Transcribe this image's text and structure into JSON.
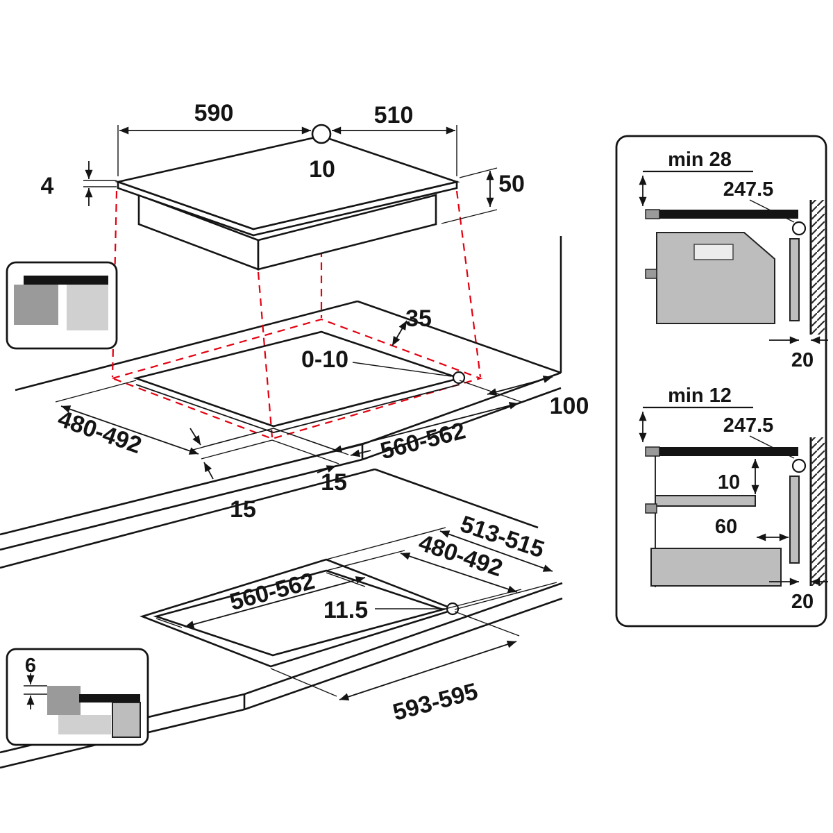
{
  "diagram": {
    "colors": {
      "projection": "#e3000f",
      "ink": "#141414",
      "cabinet_gray": "#bdbdbd",
      "trim_gray": "#9a9a9a"
    },
    "hob": {
      "width": "590",
      "depth": "510",
      "hole_offset": "10",
      "glass_thickness": "4",
      "body_height": "50"
    },
    "worktop": {
      "back_clearance": "35",
      "edge_play": "0-10",
      "right_clearance": "100",
      "cutout_depth": "480-492",
      "cutout_width": "560-562",
      "overlap_side": "15",
      "overlap_front": "15"
    },
    "flush": {
      "outer_depth": "513-515",
      "inner_depth": "480-492",
      "inner_width": "560-562",
      "corner_radius": "11.5",
      "outer_width": "593-595",
      "rebate": "6"
    },
    "section_top": {
      "clearance": "min 28",
      "hole_center": "247.5",
      "wall_gap": "20"
    },
    "section_bottom": {
      "clearance": "min 12",
      "hole_center": "247.5",
      "shelf_gap": "10",
      "vent": "60",
      "wall_gap": "20"
    }
  }
}
